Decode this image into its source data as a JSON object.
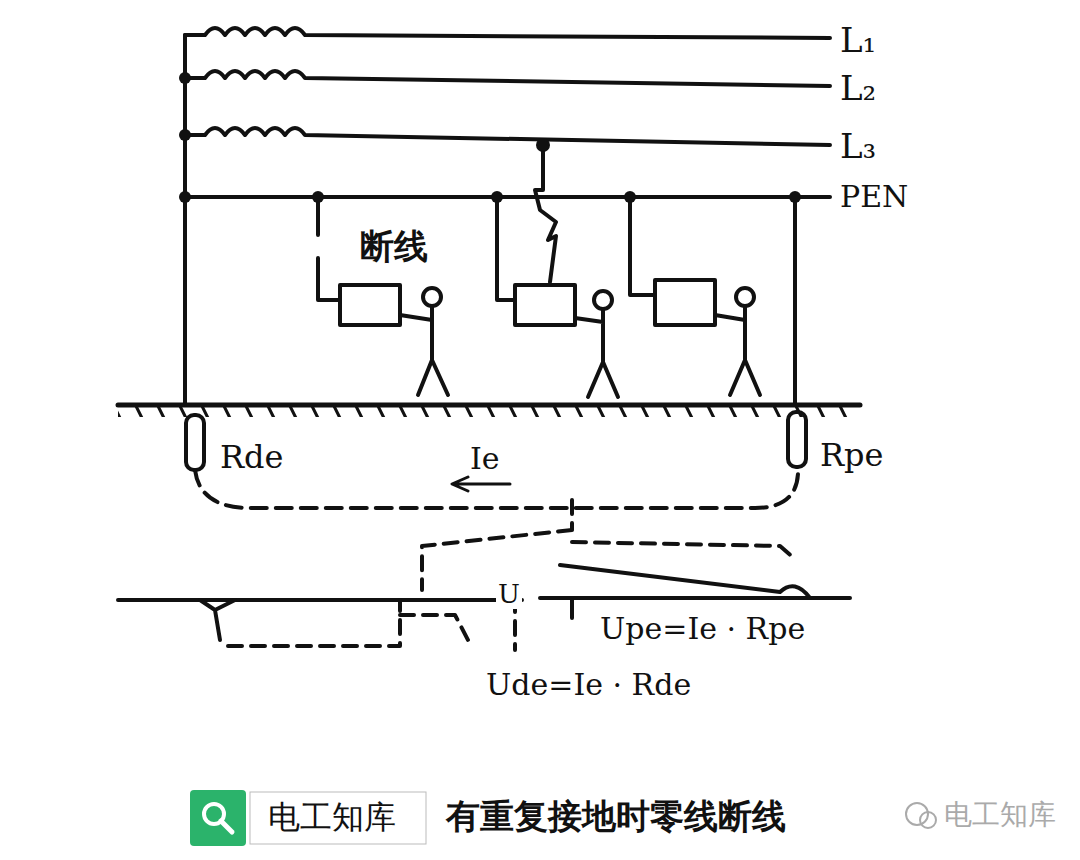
{
  "diagram": {
    "caption": "有重复接地时零线断线",
    "labels": [
      "L₁",
      "L₂",
      "L₃",
      "PEN",
      "断线",
      "Rde",
      "Ie",
      "Rpe",
      "U",
      "Upe=Ie · Rpe",
      "Ude=Ie · Rde",
      "电工知库",
      "电工知库"
    ]
  }
}
